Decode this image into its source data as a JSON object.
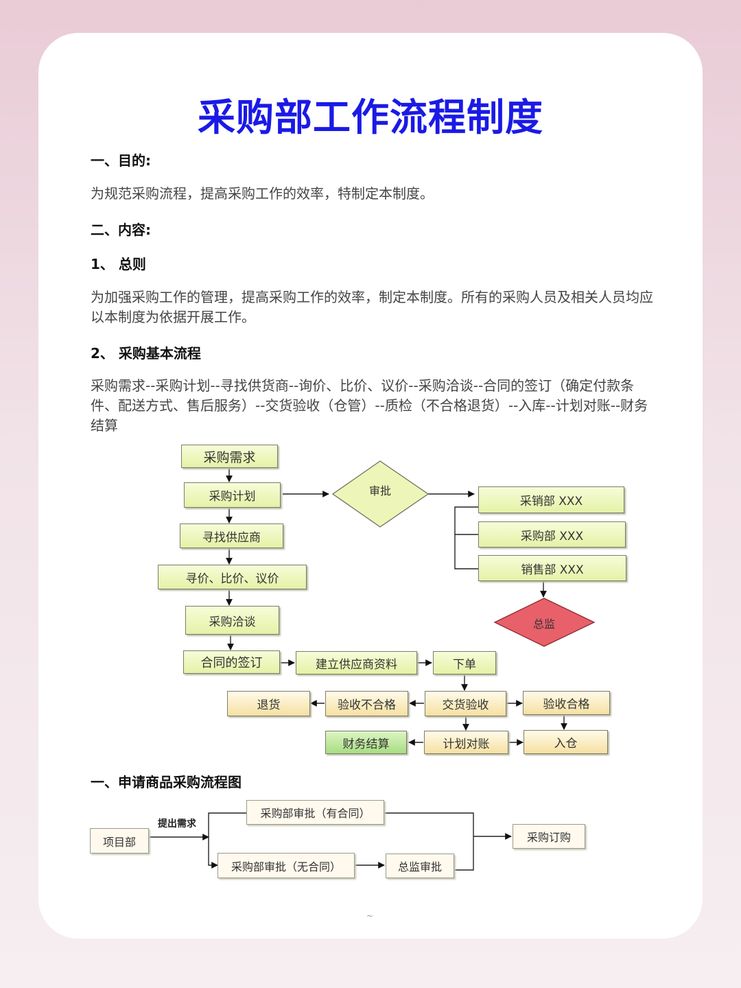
{
  "title": "采购部工作流程制度",
  "s1": {
    "heading": "一、目的:",
    "text": "为规范采购流程，提高采购工作的效率，特制定本制度。"
  },
  "s2": {
    "heading": "二、内容:"
  },
  "s3": {
    "heading": "1、  总则",
    "text": "为加强采购工作的管理，提高采购工作的效率，制定本制度。所有的采购人员及相关人员均应以本制度为依据开展工作。"
  },
  "s4": {
    "heading": "2、  采购基本流程",
    "text": "采购需求--采购计划--寻找供货商--询价、比价、议价--采购洽谈--合同的签订（确定付款条件、配送方式、售后服务）--交货验收（仓管）--质检（不合格退货）--入库--计划对账--财务结算"
  },
  "flow1": {
    "n1": "采购需求",
    "n2": "采购计划",
    "n3": "寻找供应商",
    "n4": "寻价、比价、议价",
    "n5": "采购洽谈",
    "n6": "合同的签订",
    "n7": "建立供应商资料",
    "n8": "下单",
    "approve": "审批",
    "r1": "采销部 XXX",
    "r2": "采购部 XXX",
    "r3": "销售部 XXX",
    "director": "总监",
    "delivery": "交货验收",
    "fail": "验收不合格",
    "return": "退货",
    "pass": "验收合格",
    "warehouse": "入仓",
    "reconcile": "计划对账",
    "settle": "财务结算"
  },
  "s5": {
    "heading": "一、申请商品采购流程图"
  },
  "flow2": {
    "project": "项目部",
    "request": "提出需求",
    "with_contract": "采购部审批（有合同）",
    "without_contract": "采购部审批（无合同）",
    "director": "总监审批",
    "order": "采购订购"
  },
  "footer": "~"
}
